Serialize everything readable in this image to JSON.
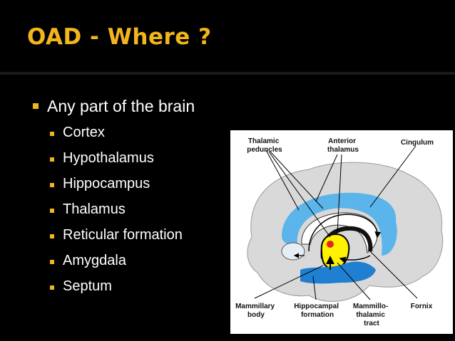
{
  "slide": {
    "title": "OAD - Where ?",
    "main_bullet": "Any part of the brain",
    "sub_bullets": [
      "Cortex",
      "Hypothalamus",
      "Hippocampus",
      "Thalamus",
      "Reticular formation",
      "Amygdala",
      "Septum"
    ]
  },
  "diagram": {
    "labels": {
      "thalamic_peduncles": [
        "Thalamic",
        "peduncles"
      ],
      "anterior_thalamus": [
        "Anterior",
        "thalamus"
      ],
      "cingulum": [
        "Cingulum"
      ],
      "mammillary_body": [
        "Mammillary",
        "body"
      ],
      "hippocampal_formation": [
        "Hippocampal",
        "formation"
      ],
      "mammillothalamic_tract": [
        "Mammillo-",
        "thalamic",
        "tract"
      ],
      "fornix": [
        "Fornix"
      ]
    }
  },
  "colors": {
    "background": "#000000",
    "title": "#f2b51c",
    "bullet_marker": "#f2b51c",
    "text": "#ffffff",
    "brain_gray": "#d9d9d9",
    "cingulum_blue": "#5bb4ea",
    "hippocampus_blue": "#1f7fd0",
    "thalamus_yellow": "#fff200",
    "red_structure": "#e52222"
  }
}
